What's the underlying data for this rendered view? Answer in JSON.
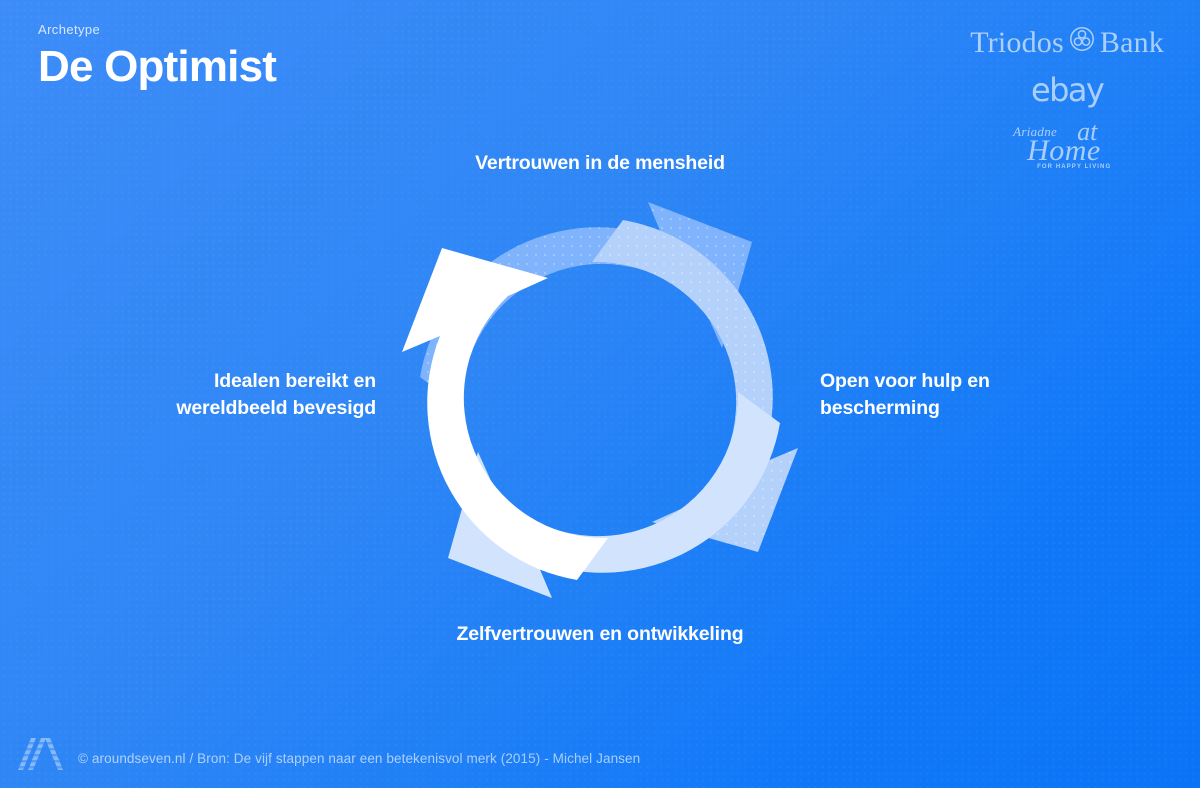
{
  "header": {
    "eyebrow": "Archetype",
    "title": "De Optimist"
  },
  "logos": {
    "triodos": {
      "word1": "Triodos",
      "word2": "Bank",
      "emblem_icon": "triodos-emblem-icon"
    },
    "ebay": "ebay",
    "ariadne": {
      "line1": "Ariadne",
      "at": "at",
      "home": "Home",
      "tagline": "FOR HAPPY LIVING"
    }
  },
  "cycle": {
    "labels": {
      "top": "Vertrouwen in de mensheid",
      "right_line1": "Open voor hulp en",
      "right_line2": "bescherming",
      "bottom": "Zelfvertrouwen en ontwikkeling",
      "left_line1": "Idealen bereikt en",
      "left_line2": "wereldbeeld bevesigd"
    },
    "segments": [
      {
        "name": "vertrouwen-in-de-mensheid",
        "position": "top",
        "color": "#7fb3fc"
      },
      {
        "name": "open-voor-hulp-en-bescherming",
        "position": "right",
        "color": "#b3d1fa"
      },
      {
        "name": "zelfvertrouwen-en-ontwikkeling",
        "position": "bottom",
        "color": "#d2e4fd"
      },
      {
        "name": "idealen-bereikt-en-wereldbeeld-bevesigd",
        "position": "left",
        "color": "#ffffff"
      }
    ]
  },
  "footer": {
    "credit": "© aroundseven.nl / Bron: De vijf stappen naar een betekenisvol merk (2015) - Michel Jansen",
    "mark_icon": "aroundseven-logo-icon"
  },
  "colors": {
    "background_light": "#3d8cf8",
    "background_dark": "#0a73f7",
    "text_primary": "#ffffff"
  }
}
